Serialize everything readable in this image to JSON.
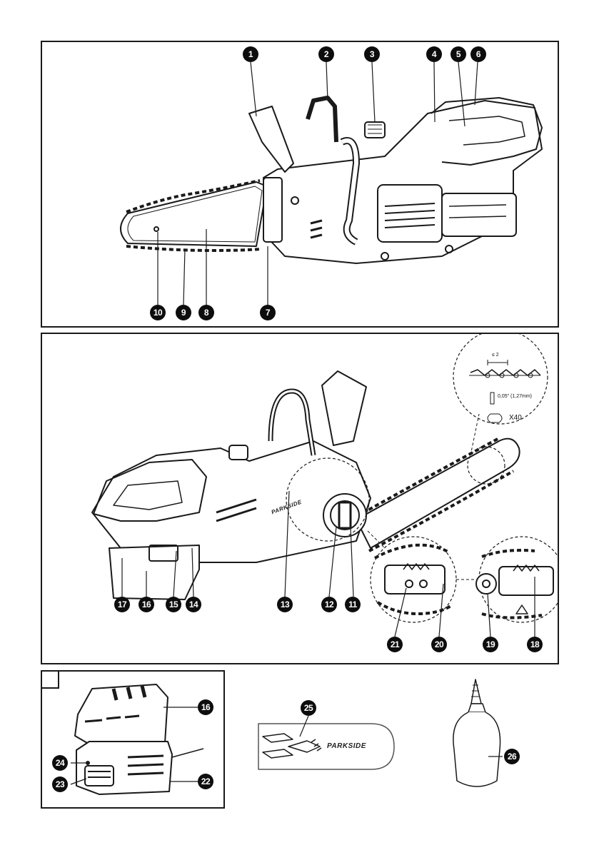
{
  "figure_a": {
    "labels": [
      "1",
      "2",
      "3",
      "4",
      "5",
      "6",
      "7",
      "8",
      "9",
      "10"
    ]
  },
  "figure_b": {
    "labels": [
      "11",
      "12",
      "13",
      "14",
      "15",
      "16",
      "17",
      "18",
      "19",
      "20",
      "21"
    ],
    "chain_detail": {
      "pitch_label": "≤ 2",
      "gauge_label": "0,05\" (1,27mm)",
      "count_label": "X40"
    },
    "brand": "PARKSIDE"
  },
  "figure_c": {
    "labels": [
      "16",
      "22",
      "23",
      "24"
    ]
  },
  "accessories": {
    "labels": [
      "25",
      "26"
    ],
    "brand": "PARKSIDE"
  }
}
